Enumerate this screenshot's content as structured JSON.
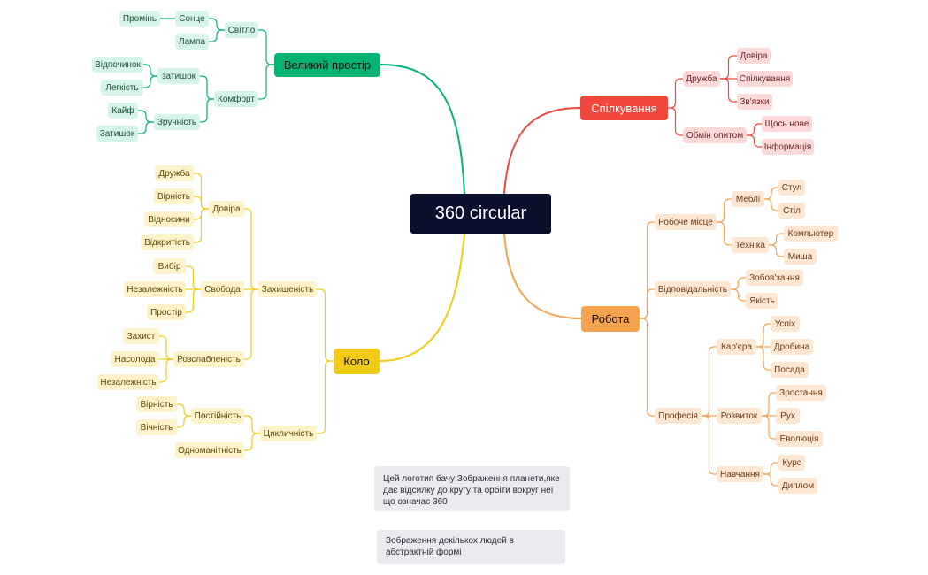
{
  "root": {
    "label": "360 circular"
  },
  "colors": {
    "green": "#05b472",
    "red": "#f0463b",
    "orange": "#f6a24f",
    "yellow": "#f1cb16",
    "root": "#0a0f2c"
  },
  "branches": {
    "prostir": {
      "label": "Великий простір",
      "svitlo": {
        "label": "Світло",
        "sontse": {
          "label": "Сонце",
          "promin": "Промінь"
        },
        "lampa": "Лампа"
      },
      "komfort": {
        "label": "Комфорт",
        "zatyshok": {
          "label": "затишок",
          "vidpochynok": "Відпочинок",
          "lehkist": "Легкість"
        },
        "zruchnist": {
          "label": "Зручність",
          "kaif": "Кайф",
          "zatyshok2": "Затишок"
        }
      }
    },
    "spilkuvannia": {
      "label": "Спілкування",
      "druzhba": {
        "label": "Дружба",
        "dovira": "Довіра",
        "spilkuvannia": "Спілкування",
        "zviazky": "Зв'язки"
      },
      "obmin": {
        "label": "Обмін опитом",
        "shchos": "Щось нове",
        "informatsiia": "Інформація"
      }
    },
    "robota": {
      "label": "Робота",
      "misce": {
        "label": "Робоче місце",
        "mebli": {
          "label": "Меблі",
          "stul": "Стул",
          "stil": "Стіл"
        },
        "tekhnika": {
          "label": "Техніка",
          "kompiuter": "Компьютер",
          "mysha": "Миша"
        }
      },
      "vidpovidalnist": {
        "label": "Відповідальність",
        "zoboviazannia": "Зобов'зання",
        "yakist": "Якість"
      },
      "profesiia": {
        "label": "Професія",
        "kariera": {
          "label": "Кар'єра",
          "uspikh": "Успіх",
          "drobyna": "Дробина",
          "posada": "Посада"
        },
        "rozvytok": {
          "label": "Розвиток",
          "zrostannia": "Зростання",
          "rukh": "Рух",
          "evoliutsiia": "Еволюція"
        },
        "navchannia": {
          "label": "Навчання",
          "kurs": "Курс",
          "dyplom": "Диплом"
        }
      }
    },
    "kolo": {
      "label": "Коло",
      "zakhyshchenist": {
        "label": "Захищеність",
        "dovira": {
          "label": "Довіра",
          "druzhba": "Дружба",
          "virnist": "Вірність",
          "vidnosyny": "Відносини",
          "vidkrytist": "Відкритість"
        },
        "svoboda": {
          "label": "Свобода",
          "vybir": "Вибір",
          "nezalezhnist": "Незалежність",
          "prostir": "Простір"
        },
        "rozslablenist": {
          "label": "Розслабленість",
          "zakhyst": "Захист",
          "nasoloda": "Насолода",
          "nezalezhnist": "Незалежність"
        }
      },
      "tsyklichnist": {
        "label": "Цикличність",
        "postiinist": {
          "label": "Постійність",
          "virnist": "Вірність",
          "vichnist": "Вічність"
        },
        "odnomanitnist": "Одноманітність"
      }
    }
  },
  "notes": {
    "logo": "Цей логотип бачу:Зображення планети,яке дає відсилку до кругу та орбіти вокруг неї що означає 360",
    "people": "Зображення декількох людей в абстрактній формі"
  }
}
